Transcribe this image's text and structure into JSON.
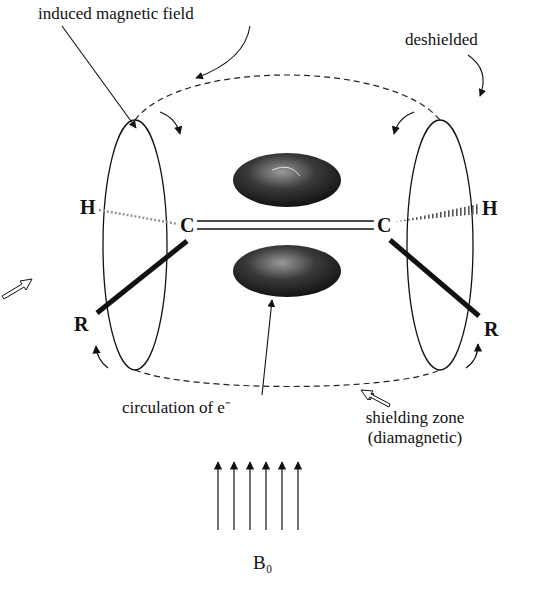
{
  "diagram": {
    "labels": [
      "induced magnetic field",
      "deshielded",
      "H",
      "C",
      "C",
      "H",
      "R",
      "R",
      "circulation of e⁻",
      "shielding zone (diamagnetic)",
      "B₀"
    ]
  }
}
